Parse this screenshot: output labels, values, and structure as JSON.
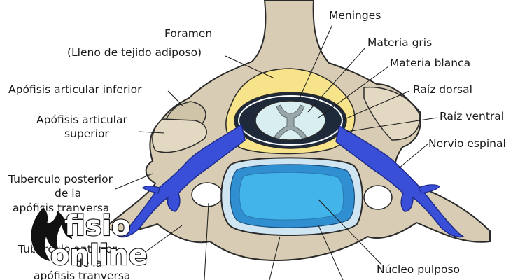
{
  "labels": {
    "meninges": "Meninges",
    "foramen_line1": "Foramen",
    "foramen_line2": "(Lleno de tejido adiposo)",
    "materia_gris": "Materia gris",
    "materia_blanca": "Materia blanca",
    "apofisis_inferior": "Apófisis articular inferior",
    "raiz_dorsal": "Raíz dorsal",
    "apofisis_superior_line1": "Apófisis articular",
    "apofisis_superior_line2": "superior",
    "raiz_ventral": "Raíz ventral",
    "nervio_espinal": "Nervio espinal",
    "tuberculo_posterior_line1": "Tuberculo posterior",
    "tuberculo_posterior_line2": "de la",
    "tuberculo_posterior_line3": "apófisis tranversa",
    "tuberculo_anterior_line1": "Tuberculo anterior",
    "tuberculo_anterior_line2": "de la",
    "tuberculo_anterior_line3": "apófisis tranversa",
    "nucleo_pulposo": "Núcleo pulposo"
  },
  "watermark": {
    "line1": "fisio",
    "line2": "online"
  },
  "colors": {
    "bone": "#d8cdb4",
    "bone_outline": "#2a2a2a",
    "fat": "#f7e38a",
    "dura": "#1e2a3a",
    "cord_white": "#d9eef0",
    "cord_grey": "#9aa7aa",
    "nerve": "#3a4fd8",
    "disc_outer": "#2f8fd0",
    "disc_inner": "#43b4ea",
    "disc_body": "#cfe6f2"
  }
}
